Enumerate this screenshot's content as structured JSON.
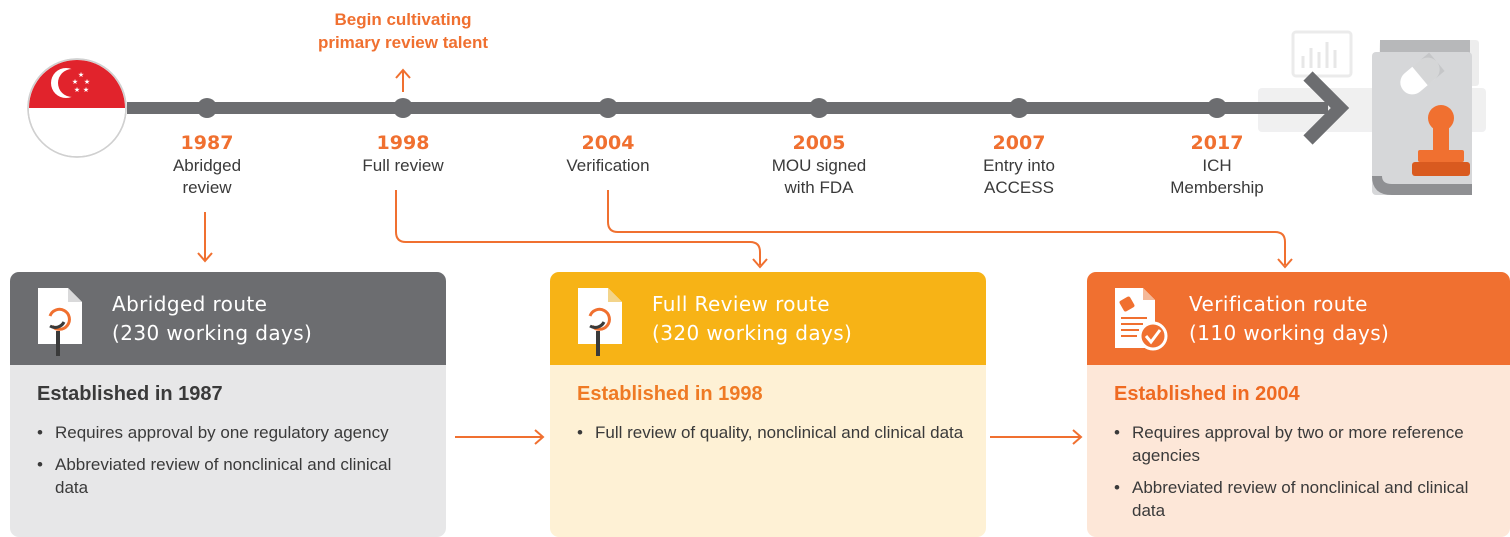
{
  "colors": {
    "accent": "#f07030",
    "timeline": "#6c6d70",
    "abridged_header": "#6c6d70",
    "full_header": "#f7b316",
    "verification_header": "#f07030"
  },
  "top_note": {
    "line1": "Begin cultivating",
    "line2": "primary review talent"
  },
  "timeline": {
    "flag_icon": "singapore-flag-icon",
    "end_icon": "approval-stamp-icon",
    "milestones": [
      {
        "year": "1987",
        "desc": [
          "Abridged",
          "review"
        ]
      },
      {
        "year": "1998",
        "desc": [
          "Full review"
        ]
      },
      {
        "year": "2004",
        "desc": [
          "Verification"
        ]
      },
      {
        "year": "2005",
        "desc": [
          "MOU signed",
          "with FDA"
        ]
      },
      {
        "year": "2007",
        "desc": [
          "Entry into",
          "ACCESS"
        ]
      },
      {
        "year": "2017",
        "desc": [
          "ICH",
          "Membership"
        ]
      }
    ]
  },
  "routes": [
    {
      "title_line1": "Abridged route",
      "title_line2": "(230 working days)",
      "icon": "document-magnifier-icon",
      "established": "Established in 1987",
      "bullets": [
        "Requires approval by one regulatory agency",
        "Abbreviated review of nonclinical and clinical data"
      ]
    },
    {
      "title_line1": "Full Review route",
      "title_line2": "(320 working days)",
      "icon": "document-magnifier-icon",
      "established": "Established in 1998",
      "bullets": [
        "Full review of quality, nonclinical and clinical data"
      ]
    },
    {
      "title_line1": "Verification route",
      "title_line2": "(110 working days)",
      "icon": "document-check-icon",
      "established": "Established in 2004",
      "bullets": [
        "Requires approval by two or more reference agencies",
        "Abbreviated review of nonclinical and clinical data"
      ]
    }
  ]
}
